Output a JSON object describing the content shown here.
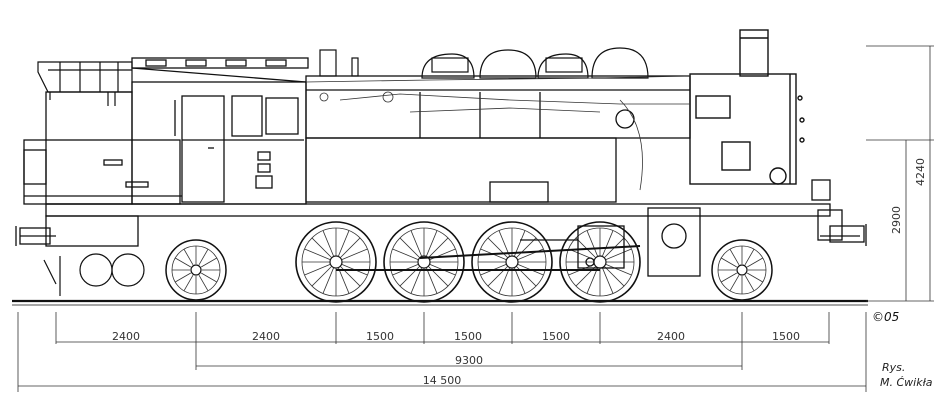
{
  "dimensions": {
    "segments": [
      "2400",
      "2400",
      "1500",
      "1500",
      "1500",
      "2400",
      "1500"
    ],
    "wheelbase": "9300",
    "overall_length": "14 500",
    "height_boiler": "2900",
    "height_total": "4240"
  },
  "signature": {
    "line1": "Rys.",
    "line2": "M. Ćwikła"
  },
  "copyright_mark": "©05",
  "colors": {
    "ink": "#111111",
    "background": "#ffffff"
  }
}
